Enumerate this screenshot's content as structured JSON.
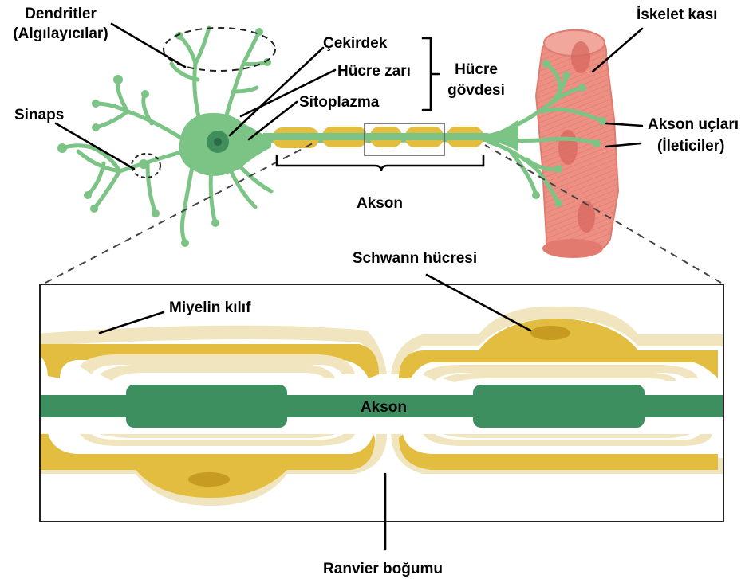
{
  "labels": {
    "dendrites_line1": "Dendritler",
    "dendrites_line2": "(Algılayıcılar)",
    "synapse": "Sinaps",
    "nucleus": "Çekirdek",
    "cell_membrane": "Hücre zarı",
    "cytoplasm": "Sitoplazma",
    "cell_body_line1": "Hücre",
    "cell_body_line2": "gövdesi",
    "skeletal_muscle": "İskelet kası",
    "axon_terminals_line1": "Akson uçları",
    "axon_terminals_line2": "(İleticiler)",
    "axon_top": "Akson",
    "schwann_cell": "Schwann hücresi",
    "myelin_sheath": "Miyelin kılıf",
    "axon_inset": "Akson",
    "node_of_ranvier": "Ranvier boğumu"
  },
  "colors": {
    "neuron_green": "#7cc485",
    "nucleus_dark": "#3d8b5a",
    "axon_dark_green": "#3e8f60",
    "myelin_yellow": "#e2bd3f",
    "myelin_light": "#f1e7c1",
    "schwann_nucleus": "#c79b22",
    "muscle_pink": "#ec8b80",
    "muscle_dark": "#d77066"
  }
}
